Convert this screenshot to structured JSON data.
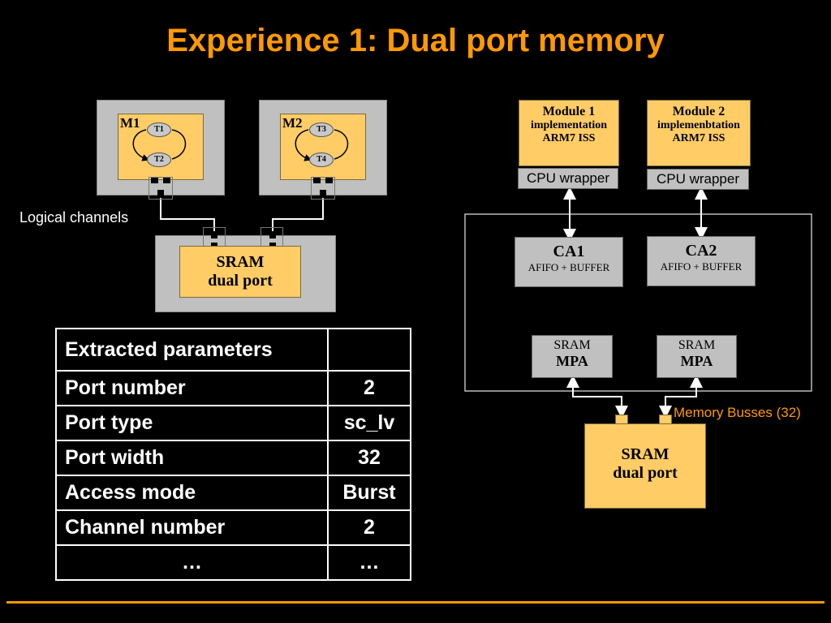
{
  "title": "Experience 1: Dual port memory",
  "left_diagram": {
    "m1": {
      "label": "M1",
      "threads": [
        "T1",
        "T2"
      ]
    },
    "m2": {
      "label": "M2",
      "threads": [
        "T3",
        "T4"
      ]
    },
    "logical_channels_label": "Logical channels",
    "sram": {
      "line1": "SRAM",
      "line2": "dual port"
    }
  },
  "table": {
    "rows": [
      {
        "name": "Extracted parameters",
        "value": ""
      },
      {
        "name": "Port number",
        "value": "2"
      },
      {
        "name": "Port type",
        "value": "sc_lv"
      },
      {
        "name": "Port width",
        "value": "32"
      },
      {
        "name": "Access mode",
        "value": "Burst"
      },
      {
        "name": "Channel number",
        "value": "2"
      },
      {
        "name": "…",
        "value": "…"
      }
    ]
  },
  "right_diagram": {
    "module1": {
      "line1": "Module 1",
      "line2": "implementation",
      "line3": "ARM7 ISS",
      "wrapper": "CPU wrapper"
    },
    "module2": {
      "line1": "Module 2",
      "line2": "implemenbtation",
      "line3": "ARM7 ISS",
      "wrapper": "CPU wrapper"
    },
    "ca1": {
      "name": "CA1",
      "desc": "AFIFO + BUFFER"
    },
    "ca2": {
      "name": "CA2",
      "desc": "AFIFO + BUFFER"
    },
    "mpa1": {
      "line1": "SRAM",
      "line2": "MPA"
    },
    "mpa2": {
      "line1": "SRAM",
      "line2": "MPA"
    },
    "memory_busses_label": "Memory Busses (32)",
    "sram": {
      "line1": "SRAM",
      "line2": "dual port"
    }
  },
  "colors": {
    "accent": "#ff9900",
    "module_fill": "#ffcc66",
    "panel_gray": "#c0c0c0",
    "background": "#000000"
  }
}
